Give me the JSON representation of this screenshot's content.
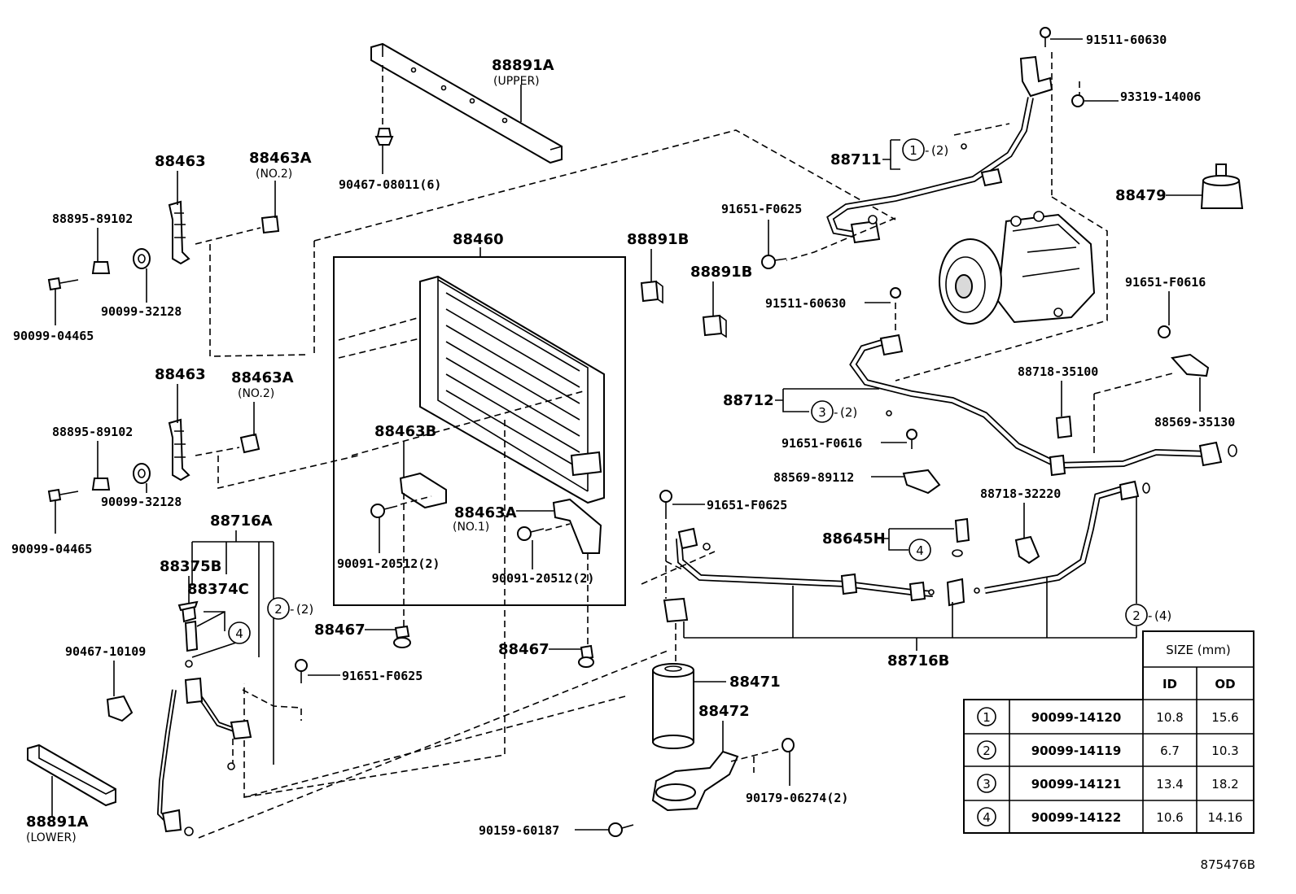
{
  "parts": {
    "p88891A_upper": {
      "code": "88891A",
      "note": "(UPPER)"
    },
    "p90467_08011": {
      "code": "90467-08011(6)"
    },
    "p88463_a": {
      "code": "88463"
    },
    "p88463A_a": {
      "code": "88463A",
      "note": "(NO.2)"
    },
    "p88895_a": {
      "code": "88895-89102"
    },
    "p90099_32128_a": {
      "code": "90099-32128"
    },
    "p90099_04465_a": {
      "code": "90099-04465"
    },
    "p88463_b": {
      "code": "88463"
    },
    "p88463A_b": {
      "code": "88463A",
      "note": "(NO.2)"
    },
    "p88895_b": {
      "code": "88895-89102"
    },
    "p90099_32128_b": {
      "code": "90099-32128"
    },
    "p90099_04465_b": {
      "code": "90099-04465"
    },
    "p88460": {
      "code": "88460"
    },
    "p88891B_a": {
      "code": "88891B"
    },
    "p88891B_b": {
      "code": "88891B"
    },
    "p88463B": {
      "code": "88463B"
    },
    "p88463A_no1": {
      "code": "88463A",
      "note": "(NO.1)"
    },
    "p90091_a": {
      "code": "90091-20512(2)"
    },
    "p90091_b": {
      "code": "90091-20512(2)"
    },
    "p88467_a": {
      "code": "88467"
    },
    "p88467_b": {
      "code": "88467"
    },
    "p88716A": {
      "code": "88716A"
    },
    "p88375B": {
      "code": "88375B"
    },
    "p88374C": {
      "code": "88374C"
    },
    "p90467_10109": {
      "code": "90467-10109"
    },
    "p91651_F0625_a": {
      "code": "91651-F0625"
    },
    "p88891A_lower": {
      "code": "88891A",
      "note": "(LOWER)"
    },
    "p91511_60630_a": {
      "code": "91511-60630"
    },
    "p93319_14006": {
      "code": "93319-14006"
    },
    "p88711": {
      "code": "88711"
    },
    "p91651_F0625_b": {
      "code": "91651-F0625"
    },
    "p88479": {
      "code": "88479"
    },
    "p91511_60630_b": {
      "code": "91511-60630"
    },
    "p91651_F0616_a": {
      "code": "91651-F0616"
    },
    "p88712": {
      "code": "88712"
    },
    "p88718_35100": {
      "code": "88718-35100"
    },
    "p88569_35130": {
      "code": "88569-35130"
    },
    "p91651_F0616_b": {
      "code": "91651-F0616"
    },
    "p88569_89112": {
      "code": "88569-89112"
    },
    "p91651_F0625_c": {
      "code": "91651-F0625"
    },
    "p88718_32220": {
      "code": "88718-32220"
    },
    "p88645H": {
      "code": "88645H"
    },
    "p88716B": {
      "code": "88716B"
    },
    "p88471": {
      "code": "88471"
    },
    "p88472": {
      "code": "88472"
    },
    "p90179_06274": {
      "code": "90179-06274(2)"
    },
    "p90159_60187": {
      "code": "90159-60187"
    }
  },
  "callouts": {
    "c1": {
      "num": "1",
      "qty": "(2)"
    },
    "c2a": {
      "num": "2",
      "qty": "(2)"
    },
    "c2b": {
      "num": "2",
      "qty": "(4)"
    },
    "c3": {
      "num": "3",
      "qty": "(2)"
    },
    "c4a": {
      "num": "4"
    },
    "c4b": {
      "num": "4"
    }
  },
  "size_table": {
    "header": "SIZE (mm)",
    "col_id": "ID",
    "col_od": "OD",
    "rows": [
      {
        "ref": "1",
        "part": "90099-14120",
        "id": "10.8",
        "od": "15.6"
      },
      {
        "ref": "2",
        "part": "90099-14119",
        "id": "6.7",
        "od": "10.3"
      },
      {
        "ref": "3",
        "part": "90099-14121",
        "id": "13.4",
        "od": "18.2"
      },
      {
        "ref": "4",
        "part": "90099-14122",
        "id": "10.6",
        "od": "14.16"
      }
    ]
  },
  "diagram_id": "875476B"
}
